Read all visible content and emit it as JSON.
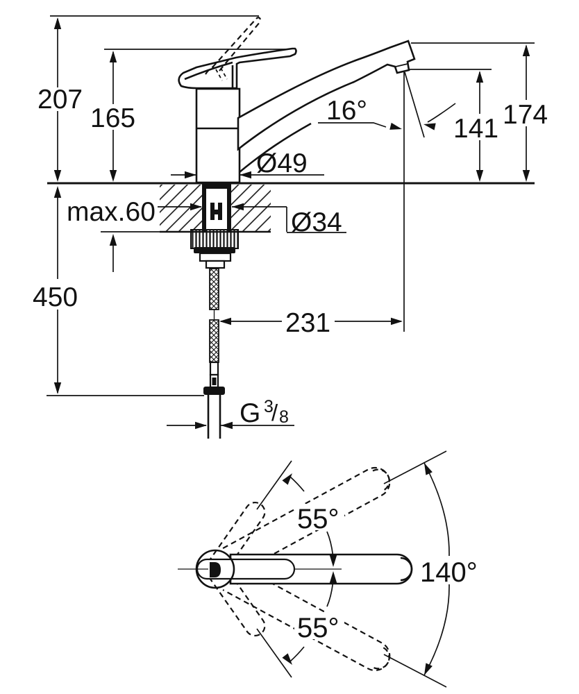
{
  "drawing_title": "faucet-dimension-drawing",
  "colors": {
    "ink": "#121212",
    "paper": "#ffffff"
  },
  "side_view": {
    "overall_height": "207",
    "body_height": "165",
    "spout_top_height": "174",
    "spout_outlet_height": "141",
    "spout_angle": "16°",
    "base_diameter": "Ø49",
    "shank_diameter": "Ø34",
    "max_counter_thickness": "max.60",
    "hose_length": "450",
    "spout_reach": "231",
    "thread_g": "G",
    "thread_numerator": "3",
    "thread_slash": "/",
    "thread_denominator": "8"
  },
  "top_view": {
    "handle_arc_upper": "55°",
    "handle_arc_lower": "55°",
    "spout_swivel_arc": "140°"
  }
}
